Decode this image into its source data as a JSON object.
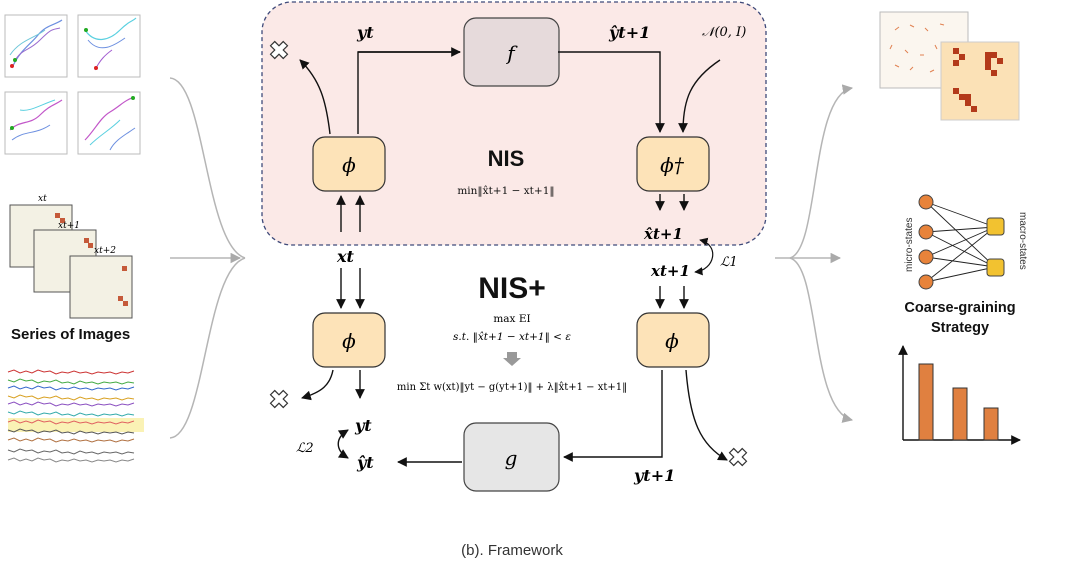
{
  "nis_box": {
    "title": "NIS",
    "objective": "min‖x̂t+1 − xt+1‖"
  },
  "nisplus": {
    "title": "NIS+",
    "objective_line1": "max EI",
    "objective_line2": "s.t. ‖x̂t+1 − xt+1‖ < ε",
    "objective_line3": "min Σt w(xt)‖yt − g(yt+1)‖ + λ‖x̂t+1 − xt+1‖"
  },
  "modules": {
    "encoder_top_left": "ϕ",
    "encoder_top_right": "ϕ†",
    "dynamics_f": "f",
    "encoder_bottom_left": "ϕ",
    "encoder_bottom_right": "ϕ",
    "reverse_g": "g"
  },
  "variables": {
    "y_t_top": "yt",
    "y_hat_t1_top": "ŷt+1",
    "noise": "𝒩(0, I)",
    "x_t": "xt",
    "x_hat_t1": "x̂t+1",
    "x_t1": "xt+1",
    "loss_1": "ℒ1",
    "loss_2": "ℒ2",
    "y_t_bottom": "yt",
    "y_hat_t_bottom": "ŷt",
    "y_t1_bottom": "yt+1"
  },
  "inputs": {
    "images_label": "Series of Images",
    "frame_labels": [
      "xt",
      "xt+1",
      "xt+2"
    ]
  },
  "outputs": {
    "micro_label": "micro-states",
    "macro_label": "macro-states",
    "strategy_label": "Coarse-graining Strategy"
  },
  "caption": "(b). Framework",
  "colors": {
    "nis_bg": "#fbe9e7",
    "nis_border": "#3f4a7a",
    "phi_fill": "#fde3b8",
    "phi_stroke": "#333333",
    "f_fill": "#e6dadb",
    "g_fill": "#e6e6e6",
    "node_orange": "#e8833a",
    "node_yellow": "#f2c230",
    "bar_orange": "#e08040",
    "grid_red": "#b33a1a"
  }
}
